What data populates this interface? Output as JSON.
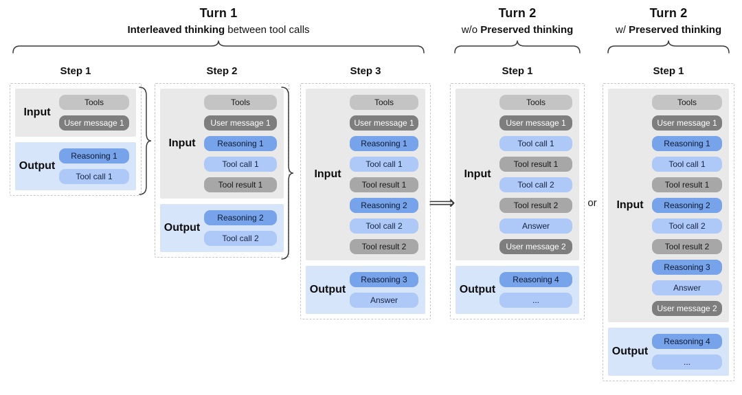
{
  "groups": [
    {
      "title": "Turn 1",
      "sub_pre": "",
      "sub_bold": "Interleaved thinking",
      "sub_post": " between tool calls"
    },
    {
      "title": "Turn 2",
      "sub_pre": "w/o ",
      "sub_bold": "Preserved thinking",
      "sub_post": ""
    },
    {
      "title": "Turn 2",
      "sub_pre": "w/ ",
      "sub_bold": "Preserved thinking",
      "sub_post": ""
    }
  ],
  "connectors": {
    "arrow": "⟹",
    "or": "or"
  },
  "colors": {
    "input_bg": "#e9e9e9",
    "output_bg": "#d7e5fa",
    "chip_gray_light": "#c4c4c4",
    "chip_gray_mid": "#a7a7a7",
    "chip_gray_dark": "#7e7e7e",
    "chip_blue_mid": "#76a3ea",
    "chip_blue_light": "#aec8f7"
  },
  "columns": [
    {
      "step": "Step 1",
      "input": {
        "label": "Input",
        "chips": [
          {
            "label": "Tools",
            "type": "tools"
          },
          {
            "label": "User message 1",
            "type": "user"
          }
        ]
      },
      "output": {
        "label": "Output",
        "chips": [
          {
            "label": "Reasoning 1",
            "type": "reasoning"
          },
          {
            "label": "Tool call 1",
            "type": "call"
          }
        ]
      }
    },
    {
      "step": "Step 2",
      "input": {
        "label": "Input",
        "chips": [
          {
            "label": "Tools",
            "type": "tools"
          },
          {
            "label": "User message 1",
            "type": "user"
          },
          {
            "label": "Reasoning 1",
            "type": "reasoning"
          },
          {
            "label": "Tool call 1",
            "type": "call"
          },
          {
            "label": "Tool result 1",
            "type": "result"
          }
        ]
      },
      "output": {
        "label": "Output",
        "chips": [
          {
            "label": "Reasoning 2",
            "type": "reasoning"
          },
          {
            "label": "Tool call 2",
            "type": "call"
          }
        ]
      }
    },
    {
      "step": "Step 3",
      "input": {
        "label": "Input",
        "chips": [
          {
            "label": "Tools",
            "type": "tools"
          },
          {
            "label": "User message 1",
            "type": "user"
          },
          {
            "label": "Reasoning 1",
            "type": "reasoning"
          },
          {
            "label": "Tool call 1",
            "type": "call"
          },
          {
            "label": "Tool result 1",
            "type": "result"
          },
          {
            "label": "Reasoning 2",
            "type": "reasoning"
          },
          {
            "label": "Tool call 2",
            "type": "call"
          },
          {
            "label": "Tool result 2",
            "type": "result"
          }
        ]
      },
      "output": {
        "label": "Output",
        "chips": [
          {
            "label": "Reasoning 3",
            "type": "reasoning"
          },
          {
            "label": "Answer",
            "type": "call"
          }
        ]
      }
    },
    {
      "step": "Step 1",
      "input": {
        "label": "Input",
        "chips": [
          {
            "label": "Tools",
            "type": "tools"
          },
          {
            "label": "User message 1",
            "type": "user"
          },
          {
            "label": "Tool call 1",
            "type": "call"
          },
          {
            "label": "Tool result 1",
            "type": "result"
          },
          {
            "label": "Tool call 2",
            "type": "call"
          },
          {
            "label": "Tool result 2",
            "type": "result"
          },
          {
            "label": "Answer",
            "type": "call"
          },
          {
            "label": "User message 2",
            "type": "user"
          }
        ]
      },
      "output": {
        "label": "Output",
        "chips": [
          {
            "label": "Reasoning 4",
            "type": "reasoning"
          },
          {
            "label": "...",
            "type": "call"
          }
        ]
      }
    },
    {
      "step": "Step 1",
      "input": {
        "label": "Input",
        "chips": [
          {
            "label": "Tools",
            "type": "tools"
          },
          {
            "label": "User message 1",
            "type": "user"
          },
          {
            "label": "Reasoning 1",
            "type": "reasoning"
          },
          {
            "label": "Tool call 1",
            "type": "call"
          },
          {
            "label": "Tool result 1",
            "type": "result"
          },
          {
            "label": "Reasoning 2",
            "type": "reasoning"
          },
          {
            "label": "Tool call 2",
            "type": "call"
          },
          {
            "label": "Tool result 2",
            "type": "result"
          },
          {
            "label": "Reasoning 3",
            "type": "reasoning"
          },
          {
            "label": "Answer",
            "type": "call"
          },
          {
            "label": "User message 2",
            "type": "user"
          }
        ]
      },
      "output": {
        "label": "Output",
        "chips": [
          {
            "label": "Reasoning 4",
            "type": "reasoning"
          },
          {
            "label": "...",
            "type": "call"
          }
        ]
      }
    }
  ]
}
